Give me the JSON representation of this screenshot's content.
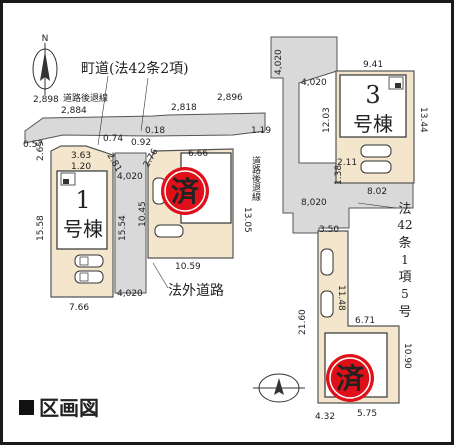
{
  "roads": {
    "town_road": "町道(法42条2項)",
    "setback_top": "道路後退線",
    "setback_right": "道路後退線",
    "outside_road": "法外道路",
    "art42_vertical": [
      "法",
      "42",
      "条",
      "1",
      "項",
      "5",
      "号"
    ]
  },
  "lots": {
    "lot1": {
      "number": "1",
      "suffix": "号棟"
    },
    "lot3": {
      "number": "3",
      "suffix": "号棟"
    },
    "sold_mark": "済"
  },
  "title": "区画図",
  "compass_letter": "N",
  "dimensions": {
    "d2898": "2,898",
    "d2884": "2,884",
    "d057": "0.57",
    "d363": "3.63",
    "d120": "1.20",
    "d074": "0.74",
    "d265": "2.65",
    "d281": "2.81",
    "d1558": "15.58",
    "d1554": "15.54",
    "d766": "7.66",
    "d4020a": "4,020",
    "d4020b": "4,020",
    "d2818": "2,818",
    "d2896": "2,896",
    "d018": "0.18",
    "d092": "0.92",
    "d119": "1.19",
    "d276": "2.76",
    "d666": "6.66",
    "d1045": "10.45",
    "d1305": "13.05",
    "d1059": "10.59",
    "d4020top": "4,020",
    "d4020mid": "4,020",
    "d941": "9.41",
    "d1203": "12.03",
    "d1344": "13.44",
    "d211": "2.11",
    "d138": "1.38",
    "d802": "8.02",
    "d8020": "8,020",
    "d350": "3.50",
    "d1148": "11.48",
    "d2160": "21.60",
    "d671": "6.71",
    "d1090": "10.90",
    "d432": "4.32",
    "d575": "5.75"
  },
  "colors": {
    "lot_fill": "#f3e6cc",
    "road_fill": "#d9d9d9",
    "outline": "#555555",
    "sold_red": "#e0101a",
    "house_line": "#333333"
  }
}
